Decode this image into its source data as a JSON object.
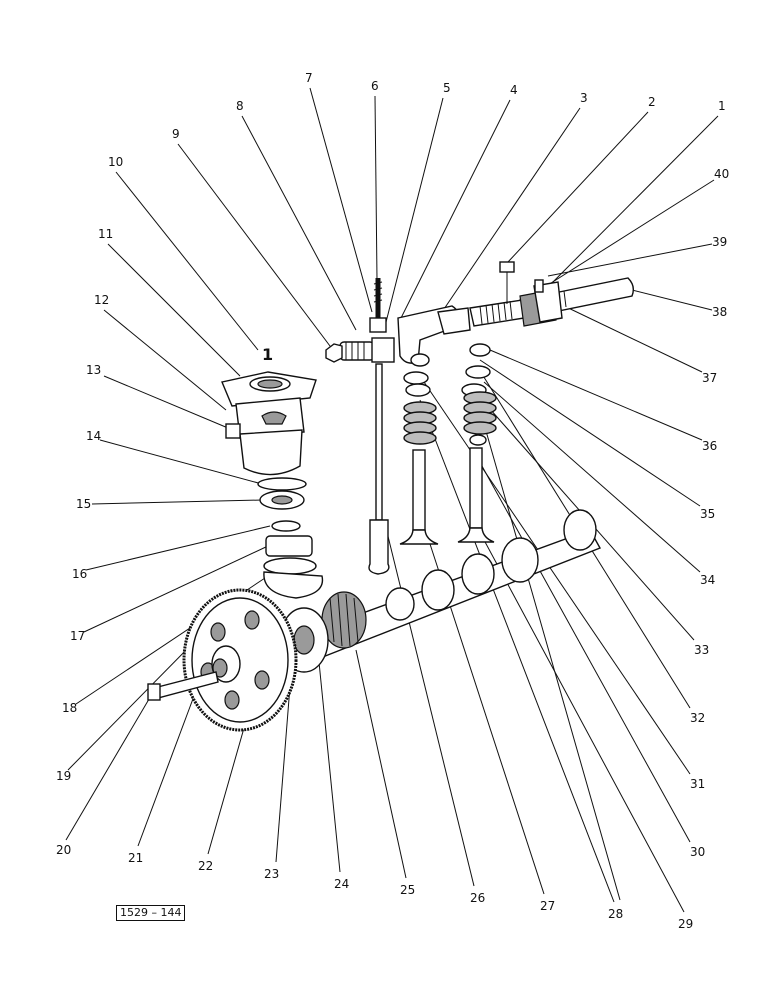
{
  "diagram": {
    "callouts": [
      "1",
      "2",
      "3",
      "4",
      "5",
      "6",
      "7",
      "8",
      "9",
      "10",
      "11",
      "12",
      "13",
      "14",
      "15",
      "16",
      "17",
      "18",
      "19",
      "20",
      "21",
      "22",
      "23",
      "24",
      "25",
      "26",
      "27",
      "28",
      "29",
      "30",
      "31",
      "32",
      "33",
      "34",
      "35",
      "36",
      "37",
      "38",
      "39",
      "40"
    ],
    "assembly_marker": "1",
    "reference_code": "1529 – 144"
  }
}
